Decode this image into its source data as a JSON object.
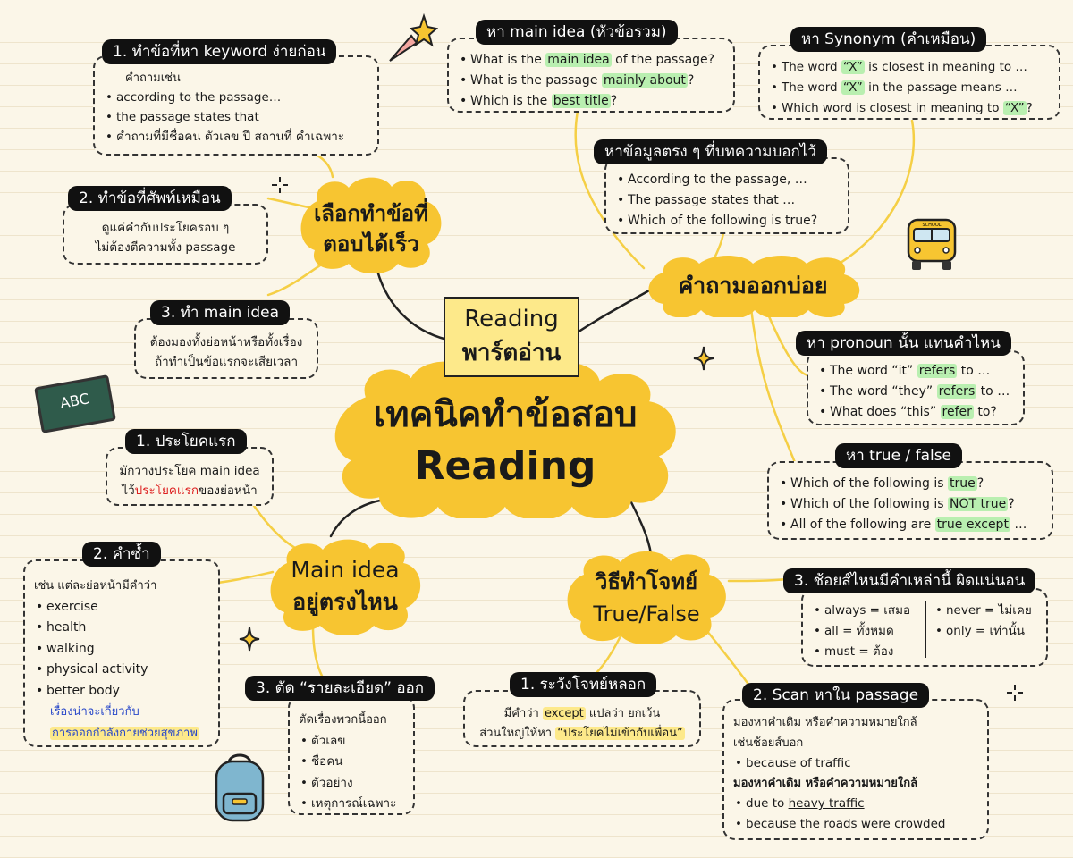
{
  "center": {
    "line1": "เทคนิคทำข้อสอบ",
    "line2": "Reading"
  },
  "top_label": {
    "line1": "Reading",
    "line2": "พาร์ตอ่าน"
  },
  "branches": {
    "quick": {
      "line1": "เลือกทำข้อที่",
      "line2": "ตอบได้เร็ว"
    },
    "frequent": {
      "line1": "คำถามออกบ่อย"
    },
    "mainidea": {
      "line1": "Main idea",
      "line2": "อยู่ตรงไหน"
    },
    "truefalse": {
      "line1": "วิธีทำโจทย์",
      "line2": "True/False"
    }
  },
  "quick_items": [
    {
      "title": "1. ทำข้อที่หา keyword ง่ายก่อน",
      "intro": "คำถามเช่น",
      "lines": [
        "according to the passage…",
        "the passage states that",
        "คำถามที่มีชื่อคน ตัวเลข ปี สถานที่ คำเฉพาะ"
      ]
    },
    {
      "title": "2. ทำข้อที่ศัพท์เหมือน",
      "lines": [
        "ดูแค่คำกับประโยครอบ ๆ",
        "ไม่ต้องตีความทั้ง passage"
      ]
    },
    {
      "title": "3. ทำ main idea",
      "lines": [
        "ต้องมองทั้งย่อหน้าหรือทั้งเรื่อง",
        "ถ้าทำเป็นข้อแรกจะเสียเวลา"
      ]
    }
  ],
  "frequent_items": {
    "mainidea": {
      "title": "หา main idea (หัวข้อรวม)",
      "lines": [
        {
          "a": "What is the ",
          "h": "main idea",
          "b": " of the passage?"
        },
        {
          "a": "What is the passage ",
          "h": "mainly about",
          "b": "?"
        },
        {
          "a": "Which is the ",
          "h": "best title",
          "b": "?"
        }
      ]
    },
    "synonym": {
      "title": "หา Synonym (คำเหมือน)",
      "lines": [
        {
          "a": "The word ",
          "h": "“X”",
          "b": " is closest in meaning to …"
        },
        {
          "a": "The word ",
          "h": "“X”",
          "b": " in the passage means …"
        },
        {
          "a": "Which word is closest in meaning to ",
          "h": "“X”",
          "b": "?"
        }
      ]
    },
    "direct": {
      "title": "หาข้อมูลตรง ๆ ที่บทความบอกไว้",
      "lines": [
        "According to the passage, …",
        "The passage states that …",
        "Which of the following is true?"
      ]
    },
    "pronoun": {
      "title": "หา pronoun นั้น แทนคำไหน",
      "lines": [
        {
          "a": "The word “it” ",
          "h": "refers",
          "b": " to …"
        },
        {
          "a": "The word “they” ",
          "h": "refers",
          "b": " to …"
        },
        {
          "a": "What does “this” ",
          "h": "refer",
          "b": " to?"
        }
      ]
    },
    "truefalse": {
      "title": "หา true / false",
      "lines": [
        {
          "a": "Which of the following is ",
          "h": "true",
          "b": "?"
        },
        {
          "a": "Which of the following is ",
          "h": "NOT true",
          "b": "?"
        },
        {
          "a": "All of the following are ",
          "h": "true except",
          "b": " …"
        }
      ]
    }
  },
  "mainidea_items": {
    "first": {
      "title": "1. ประโยคแรก",
      "line1": "มักวางประโยค main idea",
      "line2a": "ไว้",
      "line2red": "ประโยคแรก",
      "line2b": "ของย่อหน้า"
    },
    "repeat": {
      "title": "2. คำซ้ำ",
      "intro": "เช่น แต่ละย่อหน้ามีคำว่า",
      "words": [
        "exercise",
        "health",
        "walking",
        "physical activity",
        "better body"
      ],
      "conclusion1": "เรื่องน่าจะเกี่ยวกับ",
      "conclusion2": "การออกกำลังกายช่วยสุขภาพ"
    },
    "cut": {
      "title": "3. ตัด “รายละเอียด” ออก",
      "intro": "ตัดเรื่องพวกนี้ออก",
      "items": [
        "ตัวเลข",
        "ชื่อคน",
        "ตัวอย่าง",
        "เหตุการณ์เฉพาะ"
      ]
    }
  },
  "tf_items": {
    "trap": {
      "title": "1. ระวังโจทย์หลอก",
      "line1a": "มีคำว่า ",
      "line1h": "except",
      "line1b": " แปลว่า ยกเว้น",
      "line2a": "ส่วนใหญ่ให้หา ",
      "line2h": "“ประโยคไม่เข้ากับเพื่อน”"
    },
    "scan": {
      "title": "2. Scan หาใน passage",
      "line1": "มองหาคำเดิม หรือคำความหมายใกล้",
      "line2": "เช่นช้อยส์บอก",
      "item1": "because of traffic",
      "line3": "มองหาคำเดิม หรือคำความหมายใกล้",
      "item2a": "due to ",
      "item2u": "heavy traffic",
      "item3a": "because the ",
      "item3u": "roads were crowded"
    },
    "absolute": {
      "title": "3. ช้อยส์ไหนมีคำเหล่านี้ ผิดแน่นอน",
      "left": [
        "always = เสมอ",
        "all = ทั้งหมด",
        "must = ต้อง"
      ],
      "right": [
        "never = ไม่เคย",
        "only = เท่านั้น"
      ]
    }
  },
  "decorations": {
    "chalkboard_text": "ABC",
    "bus_text": "SCHOOL"
  },
  "colors": {
    "cloud": "#f7c531",
    "connector": "#f5cf45",
    "highlight": "#b9efb0",
    "black_pill": "#111111"
  }
}
